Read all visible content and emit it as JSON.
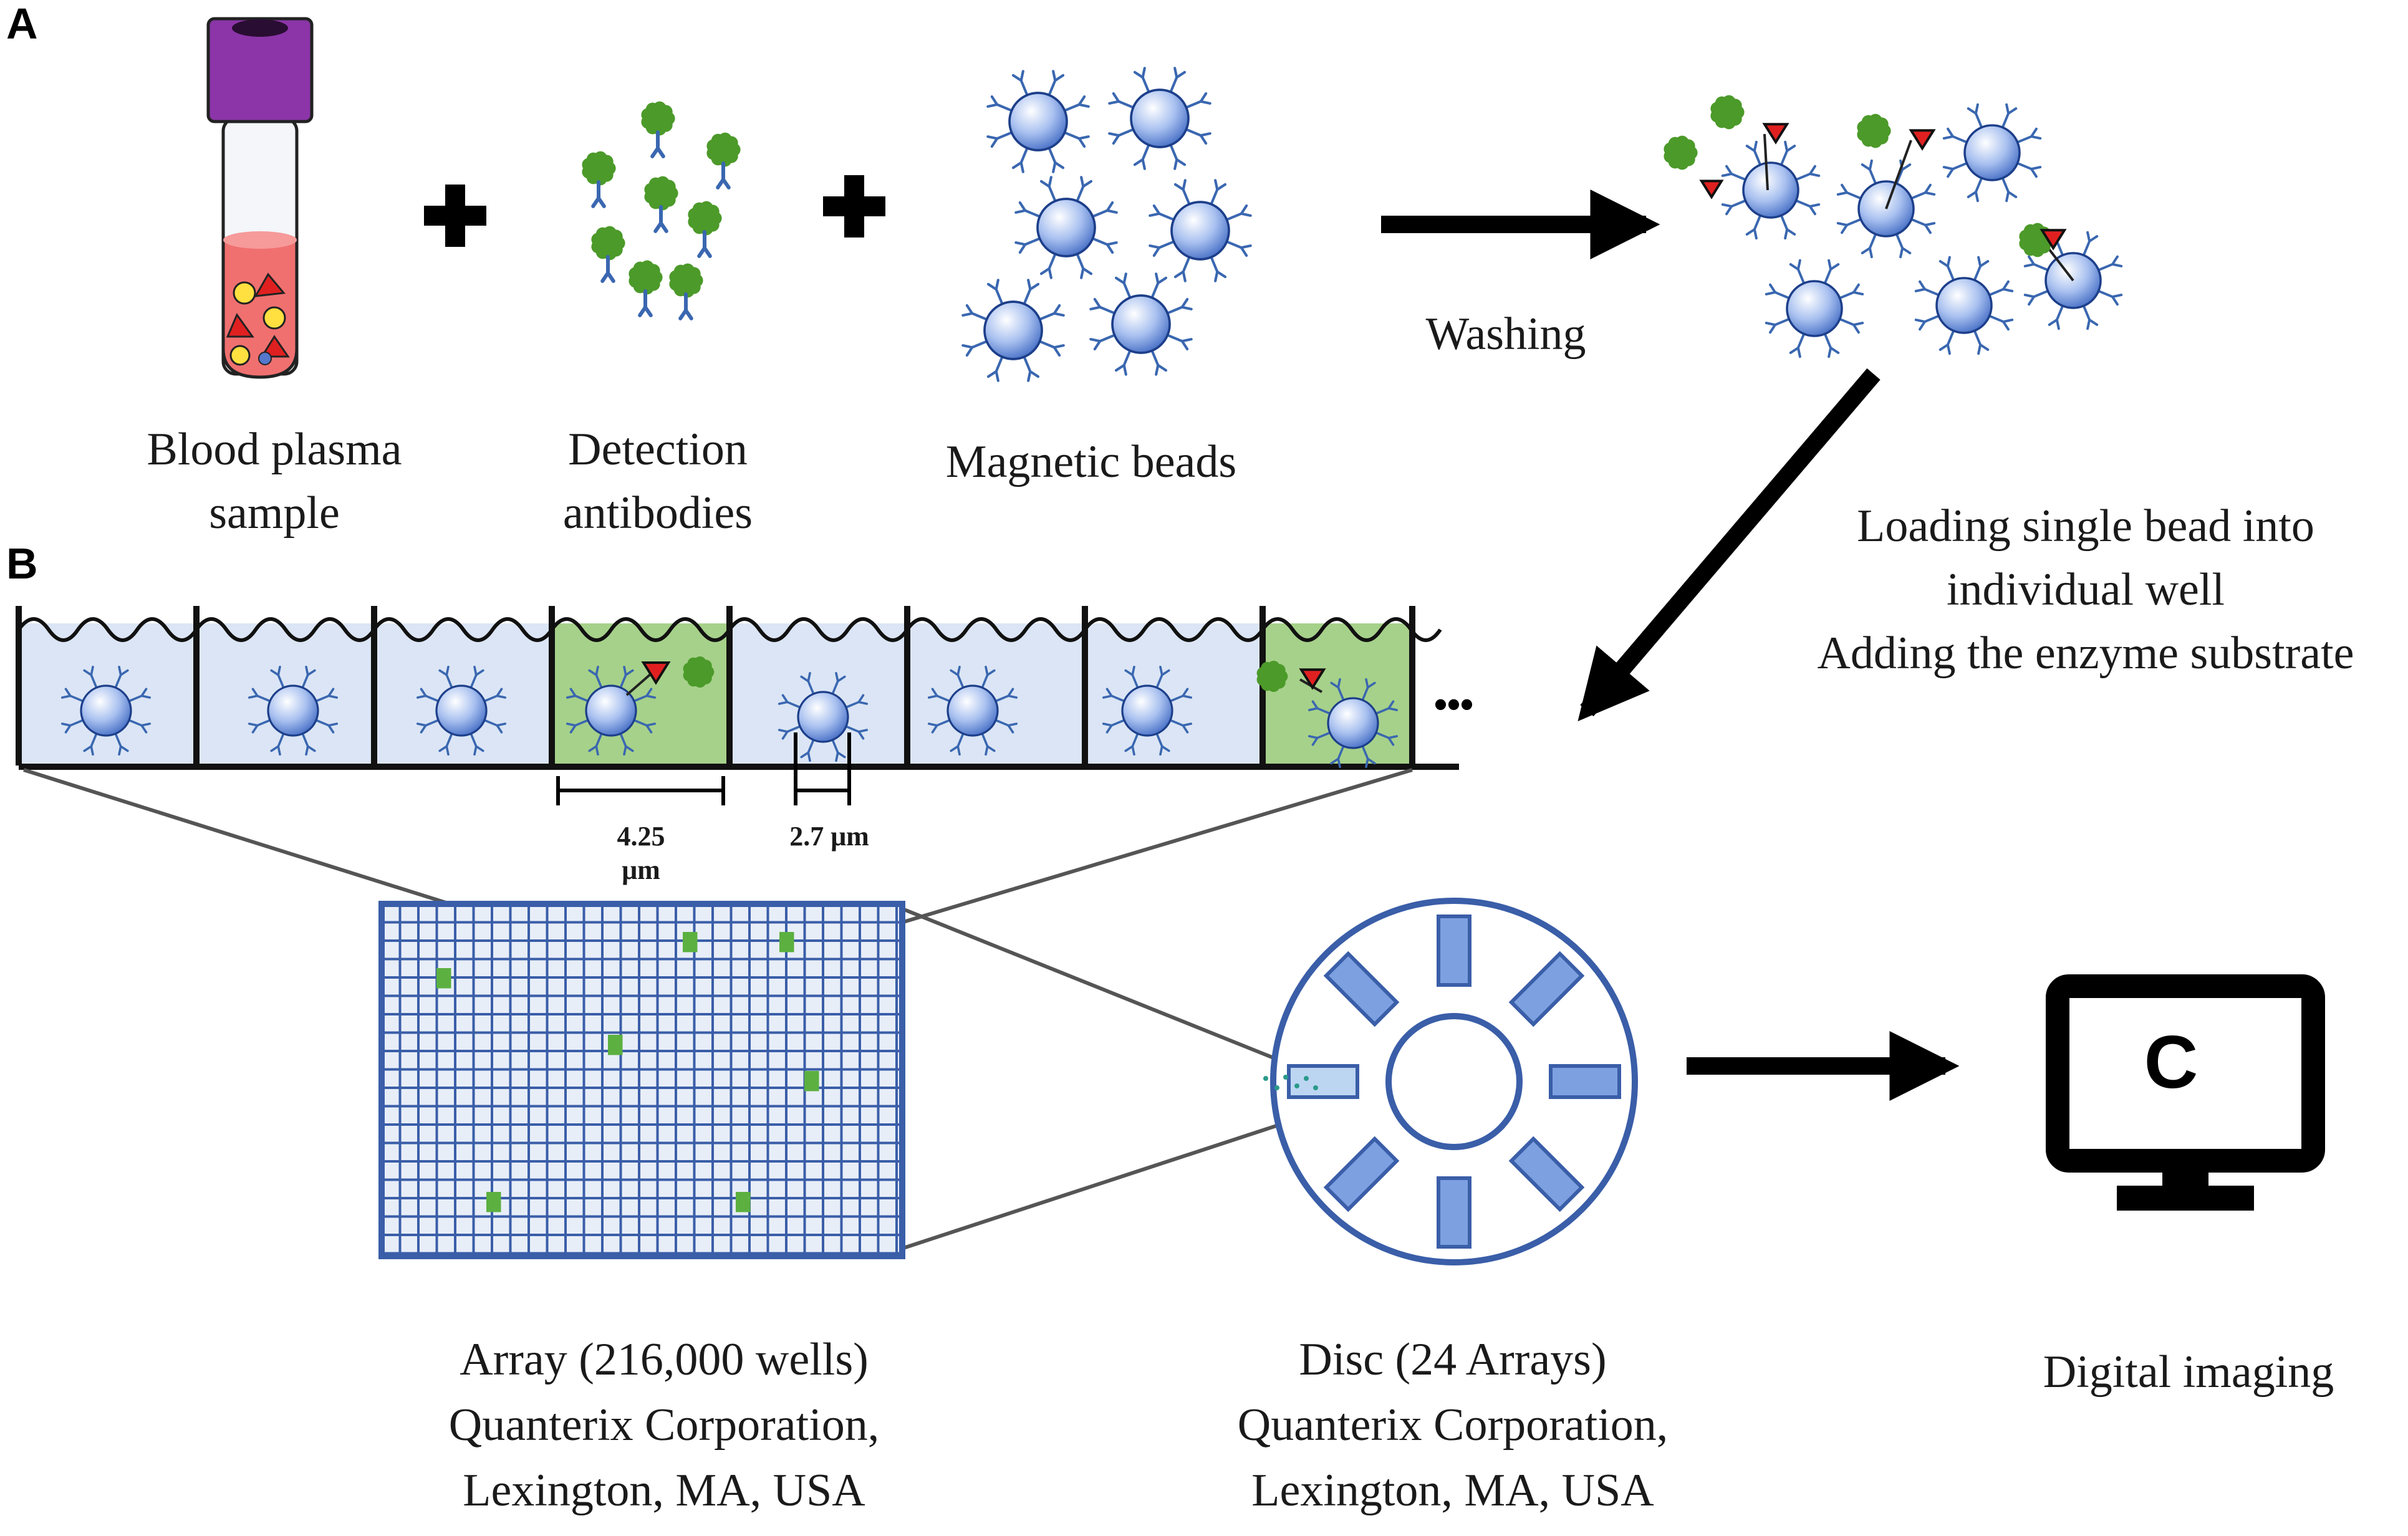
{
  "panels": {
    "a": "A",
    "b": "B"
  },
  "labels": {
    "blood_plasma": [
      "Blood plasma",
      "sample"
    ],
    "detection_antibodies": [
      "Detection",
      "antibodies"
    ],
    "magnetic_beads": "Magnetic beads",
    "washing": "Washing",
    "loading": [
      "Loading single bead into",
      "individual well",
      "Adding the enzyme substrate"
    ],
    "ellipsis": "•••",
    "well_width": [
      "4.25",
      "μm"
    ],
    "bead_diameter": "2.7 μm",
    "array": [
      "Array (216,000 wells)",
      "Quanterix Corporation,",
      "Lexington, MA, USA"
    ],
    "disc": [
      "Disc (24 Arrays)",
      "Quanterix Corporation,",
      "Lexington, MA, USA"
    ],
    "digital_imaging": "Digital imaging",
    "monitor_letter": "C"
  },
  "colors": {
    "bead_fill": "#7d9fe0",
    "antibody": "#3a67b0",
    "detection_green": "#4c9a2a",
    "enzyme_red": "#e02020",
    "well_fill": "#dbe5f5",
    "well_positive": "#a6d18a",
    "tube_cap": "#8b35a8",
    "plasma": "#f07070",
    "array_grid": "#3a5ea8",
    "array_positive": "#5cb040",
    "disc": "#3a5ea8",
    "disc_slot": "#7da0e0"
  }
}
